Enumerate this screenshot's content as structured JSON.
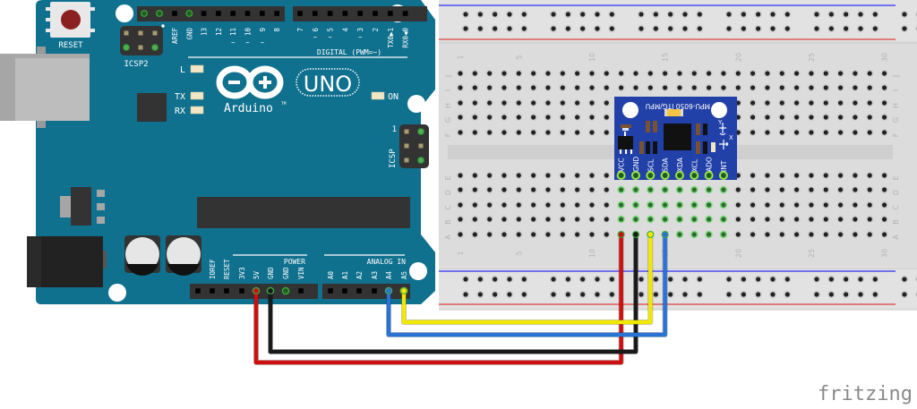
{
  "app": {
    "watermark": "fritzing"
  },
  "arduino": {
    "brand": "Arduino",
    "trademark": "TM",
    "model": "UNO",
    "board_color": "#10718f",
    "reset_label": "RESET",
    "icsp2_label": "ICSP2",
    "icsp_label": "ICSP",
    "icsp_pin1": "1",
    "led_labels": {
      "l": "L",
      "tx": "TX",
      "rx": "RX",
      "on": "ON"
    },
    "digital_header_label": "DIGITAL (PWM=~)",
    "digital_pins_left": [
      "AREF",
      "GND",
      "13",
      "12",
      "~11",
      "~10",
      "~9",
      "8"
    ],
    "digital_pins_right": [
      "7",
      "~6",
      "~5",
      "4",
      "~3",
      "2",
      "TX0▶1",
      "RX0◀0"
    ],
    "power_header_label": "POWER",
    "power_pins": [
      "IOREF",
      "RESET",
      "3V3",
      "5V",
      "GND",
      "GND",
      "VIN"
    ],
    "analog_header_label": "ANALOG IN",
    "analog_pins": [
      "A0",
      "A1",
      "A2",
      "A3",
      "A4",
      "A5"
    ]
  },
  "breadboard": {
    "row_letters_top": [
      "J",
      "I",
      "H",
      "G",
      "F"
    ],
    "row_letters_bottom": [
      "E",
      "D",
      "C",
      "B",
      "A"
    ],
    "column_numbers": [
      "1",
      "5",
      "10",
      "15",
      "20",
      "25",
      "30"
    ],
    "rail_colors": {
      "negative": "#4c4cf0",
      "positive": "#e05a5a"
    }
  },
  "sensor": {
    "title": "MPU-6050 ITG/MPU",
    "pins": [
      "VCC",
      "GND",
      "SCL",
      "SDA",
      "XDA",
      "XCL",
      "ADO",
      "INT"
    ],
    "axis_y": "Y",
    "axis_x": "X",
    "board_color": "#2140a8"
  },
  "wires": [
    {
      "name": "5V to VCC",
      "from": "5V",
      "to": "VCC",
      "color": "#cc1010"
    },
    {
      "name": "GND to GND",
      "from": "GND",
      "to": "GND",
      "color": "#1a1a1a"
    },
    {
      "name": "A5 to SCL",
      "from": "A5",
      "to": "SCL",
      "color": "#f0e800"
    },
    {
      "name": "A4 to SDA",
      "from": "A4",
      "to": "SDA",
      "color": "#2a72d4"
    }
  ]
}
